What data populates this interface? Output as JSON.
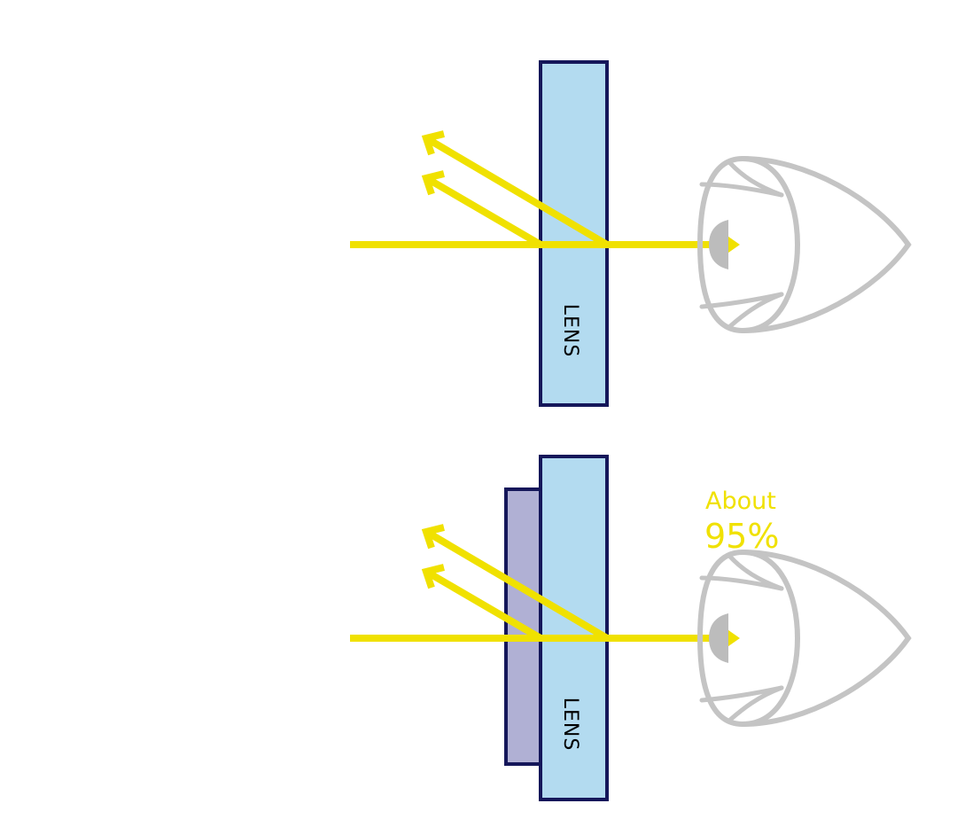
{
  "diagram": {
    "top": {
      "lens_label": "LENS"
    },
    "bottom": {
      "lens_label": "LENS",
      "transmission_prefix": "About",
      "transmission_value": "95%"
    }
  },
  "colors": {
    "lens_fill": "#b3dbf0",
    "lens_stroke": "#15175a",
    "coating_fill": "#b0b0d4",
    "light_ray": "#f0e100",
    "eye": "#c4c4c4",
    "pupil": "#bcbcbc"
  },
  "icons": {
    "eye": "eye-icon",
    "arrow": "arrowhead-icon"
  }
}
